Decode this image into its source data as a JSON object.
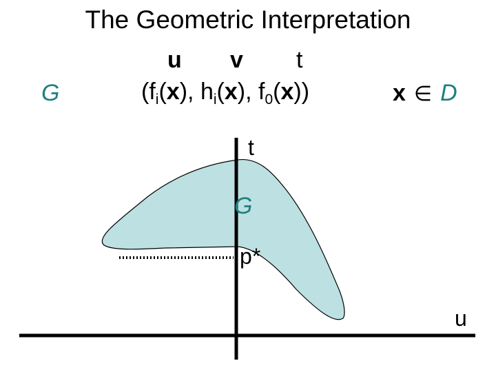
{
  "title": "The Geometric Interpretation",
  "var_labels": {
    "u": "u",
    "v": "v",
    "t": "t"
  },
  "tuple": {
    "open": "(",
    "f": "f",
    "f_sub": "i",
    "x": "x",
    "h": "h",
    "h_sub": "i",
    "f0": "f",
    "f0_sub": "0",
    "sep": ", ",
    "close": ")"
  },
  "set_label": "G",
  "domain": {
    "x": "x",
    "in": "∈",
    "D": "D"
  },
  "plot": {
    "t_axis_label": "t",
    "u_axis_label": "u",
    "region_label": "G",
    "point_label": "p*"
  },
  "colors": {
    "region_fill": "#bde0e2",
    "region_stroke": "#000000",
    "set_label": "#1f7f80",
    "axis": "#000000"
  }
}
